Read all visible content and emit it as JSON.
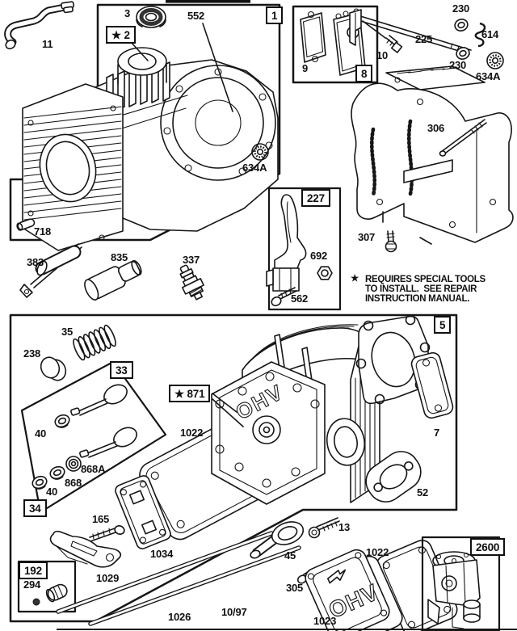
{
  "doc": {
    "date_code": "10/97",
    "note": {
      "symbol": "★",
      "line1": "REQUIRES SPECIAL TOOLS",
      "line2": "TO INSTALL.  SEE REPAIR",
      "line3": "INSTRUCTION MANUAL."
    }
  },
  "boxes": {
    "b1": "1",
    "b2": "★ 2",
    "b8": "8",
    "b227": "227",
    "b33": "33",
    "b34": "34",
    "b871": "★ 871",
    "b5": "5",
    "b192": "192",
    "b2600": "2600"
  },
  "labels": {
    "l11": "11",
    "l3": "3",
    "l552": "552",
    "l9": "9",
    "l10": "10",
    "l225": "225",
    "l230a": "230",
    "l614": "614",
    "l230b": "230",
    "l634a_right": "634A",
    "l634a_left": "634A",
    "l306": "306",
    "l307": "307",
    "l692": "692",
    "l562": "562",
    "l718": "718",
    "l383": "383",
    "l835": "835",
    "l337": "337",
    "l35": "35",
    "l238": "238",
    "l40a": "40",
    "l868a": "868A",
    "l868": "868",
    "l40b": "40",
    "l1022a": "1022",
    "l7": "7",
    "l52": "52",
    "l165": "165",
    "l1034": "1034",
    "l1029": "1029",
    "l294": "294",
    "l1026": "1026",
    "l45": "45",
    "l13": "13",
    "l305": "305",
    "l1022b": "1022",
    "l1023": "1023",
    "ohv_head": "OHV",
    "ohv_cover": "OHV"
  }
}
